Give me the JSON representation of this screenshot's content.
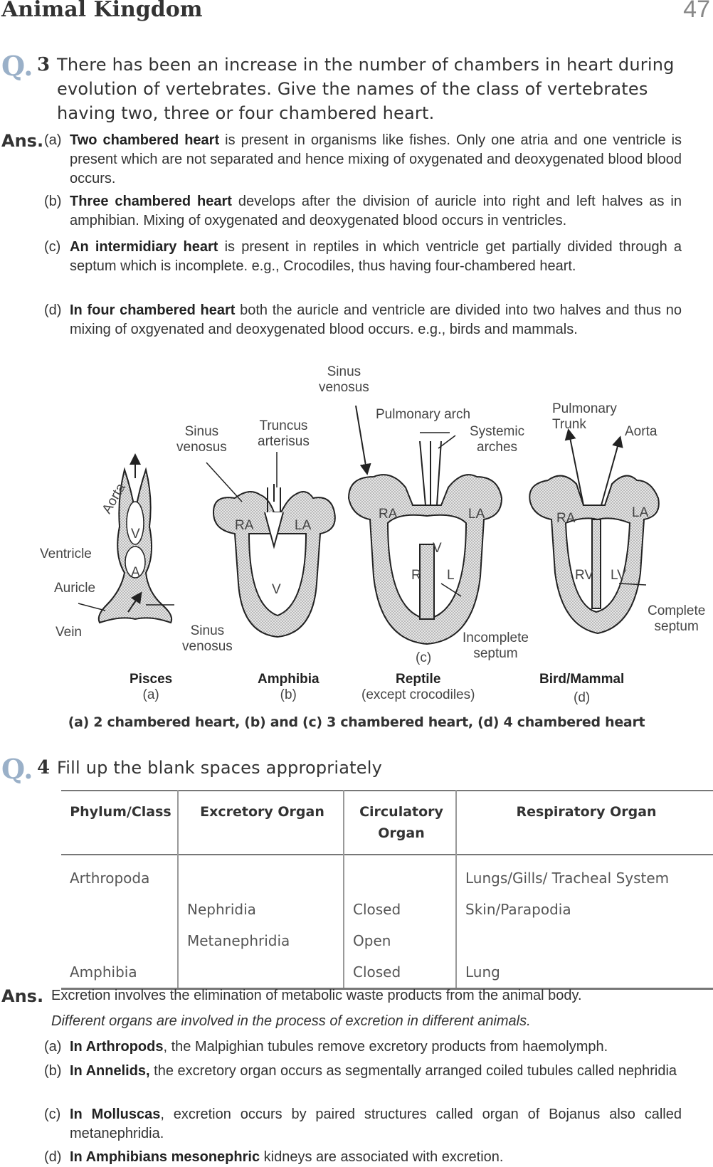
{
  "header": {
    "title": "Animal Kingdom",
    "page_number": "47"
  },
  "q3": {
    "mark": "Q.",
    "number": "3",
    "text": "There has been an increase in the number of chambers in heart during evolution of vertebrates. Give the names of the class of vertebrates having two, three or four chambered heart.",
    "ans_label": "Ans.",
    "answers": [
      {
        "label": "(a)",
        "bold": "Two chambered heart",
        "text": "  is present in organisms like fishes. Only one atria and one ventricle is present which are not separated and hence mixing of oxygenated and deoxygenated blood blood occurs."
      },
      {
        "label": "(b)",
        "bold": "Three chambered heart",
        "text": " develops after the division of auricle into right and left halves as in amphibian. Mixing of oxygenated and deoxygenated blood occurs in ventricles."
      },
      {
        "label": "(c)",
        "bold": "An intermidiary heart",
        "text": " is present in reptiles in which ventricle get partially divided through a septum which is incomplete. e.g., Crocodiles, thus having four-chambered heart."
      },
      {
        "label": "(d)",
        "bold": "In four chambered heart",
        "text": " both the auricle and ventricle are divided into two halves and thus no mixing of oxgyenated and deoxygenated blood occurs. e.g., birds and mammals."
      }
    ]
  },
  "figure": {
    "labels": {
      "sinus_venosus_top": "Sinus\nvenosus",
      "pulmonary_arch": "Pulmonary arch",
      "systemic_arches": "Systemic\narches",
      "pulmonary_trunk": "Pulmonary\nTrunk",
      "aorta_d": "Aorta",
      "sinus_venosus_b": "Sinus\nvenosus",
      "truncus_arterisus": "Truncus\narterisus",
      "aorta_a": "Aorta",
      "ventricle": "Ventricle",
      "auricle": "Auricle",
      "vein": "Vein",
      "sinus_venosus_a": "Sinus\nvenosus",
      "incomplete_septum": "Incomplete\nseptum",
      "complete_septum": "Complete\nseptum",
      "c_letter": "(c)",
      "V": "V",
      "A": "A",
      "RA": "RA",
      "LA": "LA",
      "R": "R",
      "L": "L",
      "RV": "RV",
      "LV": "LV"
    },
    "panels": [
      {
        "name": "Pisces",
        "letter": "(a)"
      },
      {
        "name": "Amphibia",
        "letter": "(b)"
      },
      {
        "name": "Reptile",
        "letter": "(except crocodiles)"
      },
      {
        "name": "Bird/Mammal",
        "letter": "(d)"
      }
    ],
    "caption": "(a) 2 chambered heart, (b) and (c) 3 chambered heart, (d) 4 chambered heart"
  },
  "q4": {
    "mark": "Q.",
    "number": "4",
    "text": "Fill up the blank spaces appropriately",
    "table": {
      "headers": [
        "Phylum/Class",
        "Excretory Organ",
        "Circulatory Organ",
        "Respiratory Organ"
      ],
      "rows": [
        [
          "Arthropoda",
          "",
          "",
          "Lungs/Gills/ Tracheal System"
        ],
        [
          "",
          "Nephridia",
          "Closed",
          "Skin/Parapodia"
        ],
        [
          "",
          "Metanephridia",
          "Open",
          ""
        ],
        [
          "Amphibia",
          "",
          "Closed",
          "Lung"
        ]
      ]
    },
    "ans_label": "Ans.",
    "intro": "Excretion involves the elimination of metabolic waste products from the animal body.",
    "intro_italic": "Different organs are involved in the process of excretion in different animals.",
    "answers": [
      {
        "label": "(a)",
        "bold": "In Arthropods",
        "text": ", the Malpighian tubules remove excretory products from haemolymph."
      },
      {
        "label": "(b)",
        "bold": "In Annelids,",
        "text": " the excretory organ occurs as segmentally arranged coiled tubules called nephridia"
      },
      {
        "label": "(c)",
        "bold": "In Molluscas",
        "text": ", excretion occurs by paired structures called organ of Bojanus also called metanephridia."
      },
      {
        "label": "(d)",
        "bold": "In Amphibians mesonephric",
        "text": " kidneys are associated with excretion."
      }
    ]
  }
}
